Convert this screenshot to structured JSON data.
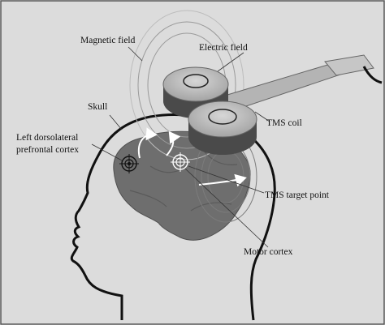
{
  "labels": {
    "magnetic_field": "Magnetic field",
    "electric_field": "Electric field",
    "skull": "Skull",
    "tms_coil": "TMS coil",
    "dlpfc_line1": "Left dorsolateral",
    "dlpfc_line2": "prefrontal cortex",
    "tms_target_point": "TMS target point",
    "motor_cortex": "Motor cortex"
  },
  "colors": {
    "background": "#dcdcdc",
    "brain": "#6e6e6e",
    "coil_top": "#b9b9b9",
    "coil_band": "#4a4a4a",
    "head_outline": "#111111"
  }
}
